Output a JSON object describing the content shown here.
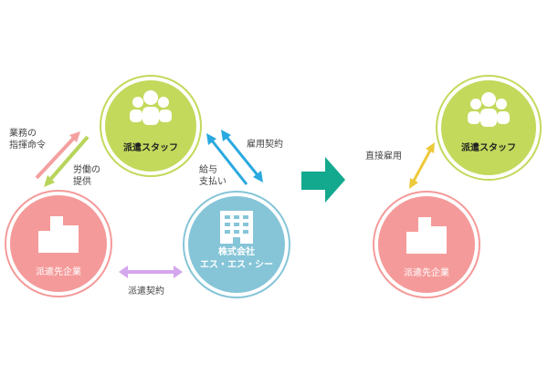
{
  "before": {
    "staff": {
      "label": "派遣スタッフ",
      "icon": "people-icon",
      "color": "#c2d95c"
    },
    "client": {
      "label": "派遣先企業",
      "icon": "building-icon",
      "color": "#f59a9a"
    },
    "agency": {
      "label": "株式会社\nエス・エス・シー",
      "icon": "office-building-icon",
      "color": "#86c5d8"
    },
    "relations": {
      "instruction": "業務の\n指揮命令",
      "labor": "労働の\n提供",
      "salary": "給与\n支払い",
      "employment": "雇用契約",
      "dispatch_contract": "派遣契約"
    }
  },
  "transition_arrow": {
    "icon": "right-arrow-icon",
    "color": "#13a98f"
  },
  "after": {
    "staff": {
      "label": "派遣スタッフ",
      "icon": "people-icon",
      "color": "#c2d95c"
    },
    "client": {
      "label": "派遣先企業",
      "icon": "building-icon",
      "color": "#f59a9a"
    },
    "relations": {
      "direct_employment": "直接雇用"
    }
  },
  "colors": {
    "pink_arrow": "#f4a0a0",
    "green_arrow": "#b8d45a",
    "blue_arrow": "#2aa9e0",
    "purple_arrow": "#d4a6ec",
    "yellow_arrow": "#ecc93a"
  }
}
